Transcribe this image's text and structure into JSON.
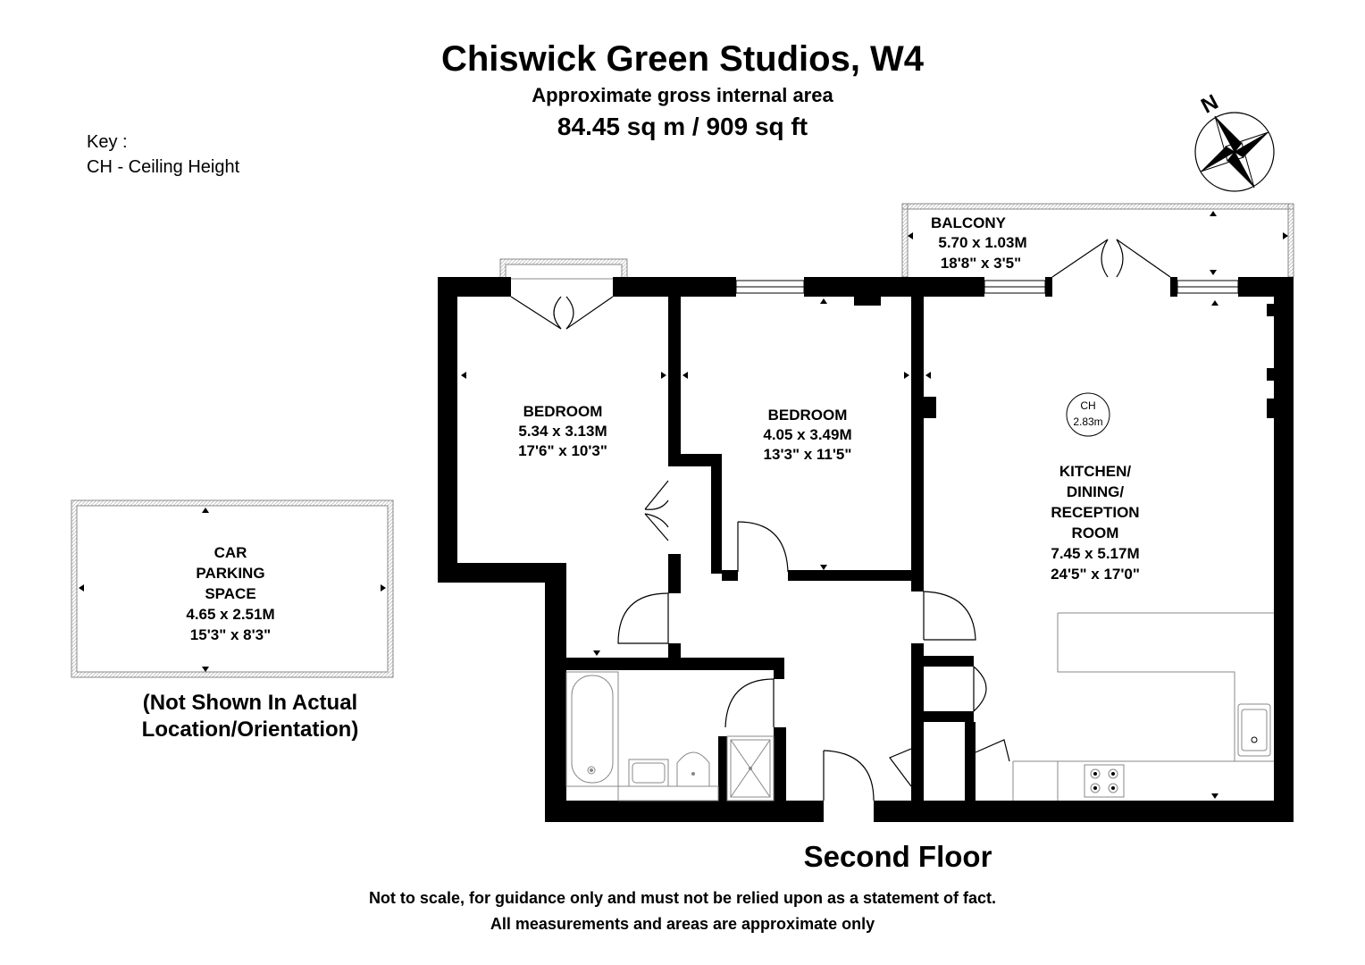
{
  "header": {
    "title": "Chiswick Green Studios, W4",
    "subtitle": "Approximate gross internal area",
    "area": "84.45 sq m /  909 sq ft"
  },
  "key": {
    "line1": "Key :",
    "line2": "CH - Ceiling Height"
  },
  "compass": {
    "label": "N"
  },
  "rooms": {
    "balcony": {
      "name": "BALCONY",
      "metric": "5.70 x 1.03M",
      "imperial": "18'8\" x 3'5\""
    },
    "bedroom1": {
      "name": "BEDROOM",
      "metric": "5.34 x 3.13M",
      "imperial": "17'6\" x 10'3\""
    },
    "bedroom2": {
      "name": "BEDROOM",
      "metric": "4.05 x 3.49M",
      "imperial": "13'3\" x 11'5\""
    },
    "kitchen": {
      "name1": "KITCHEN/",
      "name2": "DINING/",
      "name3": "RECEPTION",
      "name4": "ROOM",
      "metric": "7.45 x 5.17M",
      "imperial": "24'5\" x 17'0\""
    },
    "parking": {
      "name1": "CAR",
      "name2": "PARKING",
      "name3": "SPACE",
      "metric": "4.65 x 2.51M",
      "imperial": "15'3\" x 8'3\""
    }
  },
  "ceiling_height": {
    "label": "CH",
    "value": "2.83m"
  },
  "parking_note": {
    "line1": "(Not Shown In Actual",
    "line2": "Location/Orientation)"
  },
  "floor_label": "Second Floor",
  "disclaimer": {
    "line1": "Not to scale, for guidance only and must not be relied upon as a statement of fact.",
    "line2": "All measurements and areas are approximate only"
  }
}
